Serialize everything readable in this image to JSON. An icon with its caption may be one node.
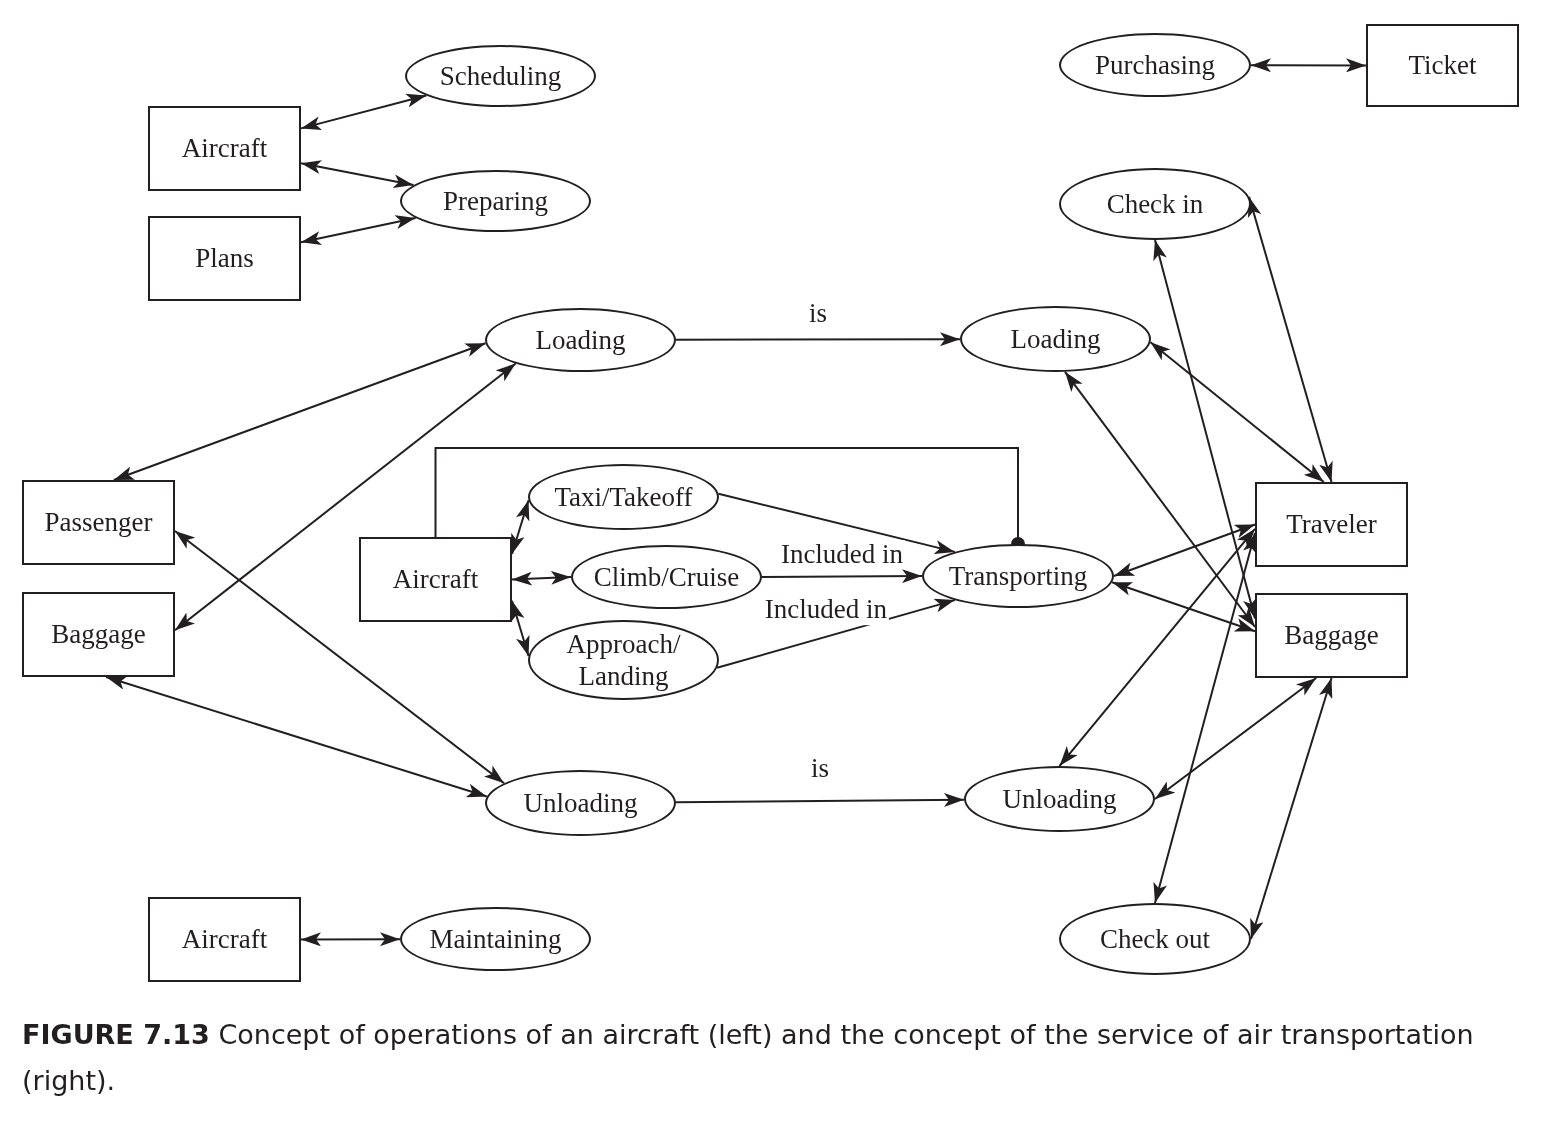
{
  "diagram": {
    "nodes": [
      {
        "text": [
          "Aircraft"
        ]
      },
      {
        "text": [
          "Scheduling"
        ]
      },
      {
        "text": [
          "Preparing"
        ]
      },
      {
        "text": [
          "Plans"
        ]
      },
      {
        "text": [
          "Purchasing"
        ]
      },
      {
        "text": [
          "Ticket"
        ]
      },
      {
        "text": [
          "Check in"
        ]
      },
      {
        "text": [
          "Loading"
        ]
      },
      {
        "text": [
          "Loading"
        ]
      },
      {
        "text": [
          "Passenger"
        ]
      },
      {
        "text": [
          "Baggage"
        ]
      },
      {
        "text": [
          "Taxi/Takeoff"
        ]
      },
      {
        "text": [
          "Aircraft"
        ]
      },
      {
        "text": [
          "Climb/Cruise"
        ]
      },
      {
        "text": [
          "Transporting"
        ]
      },
      {
        "text": [
          "Traveler"
        ]
      },
      {
        "text": [
          "Approach/ Landing"
        ]
      },
      {
        "text": [
          "Baggage"
        ]
      },
      {
        "text": [
          "Unloading"
        ]
      },
      {
        "text": [
          "Unloading"
        ]
      },
      {
        "text": [
          "Aircraft"
        ]
      },
      {
        "text": [
          "Maintaining"
        ]
      },
      {
        "text": [
          "Check out"
        ]
      }
    ],
    "edges": [
      {
        "from": 0,
        "to": 1,
        "arrow": "both"
      },
      {
        "from": 0,
        "to": 2,
        "arrow": "both"
      },
      {
        "from": 3,
        "to": 2,
        "arrow": "both"
      },
      {
        "from": 4,
        "to": 5,
        "arrow": "both"
      },
      {
        "from": 7,
        "to": 9,
        "arrow": "both"
      },
      {
        "from": 7,
        "to": 10,
        "arrow": "both"
      },
      {
        "from": 7,
        "to": 8,
        "arrow": "to",
        "label": "is"
      },
      {
        "from": 12,
        "to": 11,
        "arrow": "both"
      },
      {
        "from": 12,
        "to": 13,
        "arrow": "both"
      },
      {
        "from": 12,
        "to": 16,
        "arrow": "both"
      },
      {
        "from": 11,
        "to": 14,
        "arrow": "to"
      },
      {
        "from": 13,
        "to": 14,
        "arrow": "to",
        "label": "Included in"
      },
      {
        "from": 16,
        "to": 14,
        "arrow": "to",
        "label": "Included in"
      },
      {
        "from": 12,
        "to": 14,
        "arrow": "other"
      },
      {
        "from": 6,
        "to": 15,
        "arrow": "both"
      },
      {
        "from": 6,
        "to": 17,
        "arrow": "both"
      },
      {
        "from": 8,
        "to": 15,
        "arrow": "both"
      },
      {
        "from": 8,
        "to": 17,
        "arrow": "both"
      },
      {
        "from": 14,
        "to": 15,
        "arrow": "both"
      },
      {
        "from": 14,
        "to": 17,
        "arrow": "both"
      },
      {
        "from": 9,
        "to": 18,
        "arrow": "both"
      },
      {
        "from": 10,
        "to": 18,
        "arrow": "both"
      },
      {
        "from": 18,
        "to": 19,
        "arrow": "to",
        "label": "is"
      },
      {
        "from": 19,
        "to": 15,
        "arrow": "both"
      },
      {
        "from": 19,
        "to": 17,
        "arrow": "both"
      },
      {
        "from": 22,
        "to": 15,
        "arrow": "both"
      },
      {
        "from": 22,
        "to": 17,
        "arrow": "both"
      },
      {
        "from": 20,
        "to": 21,
        "arrow": "both"
      }
    ],
    "caption": "**FIGURE 7.13**   Concept of operations of an aircraft (left) and the concept of the service of air transportation (right)."
  }
}
